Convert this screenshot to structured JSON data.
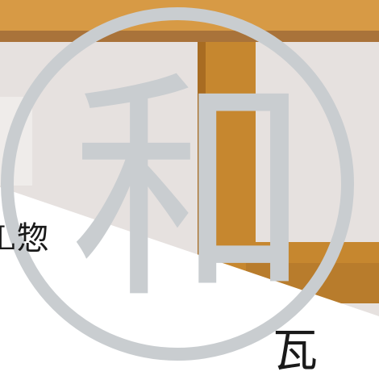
{
  "logo": {
    "glyph": "和",
    "color": "#c9cdd0"
  },
  "caption_left": "L惣",
  "caption_right": "瓦",
  "colors": {
    "wall": "#e6e1df",
    "wall_shadow": "#d8d2d0",
    "wood": "#c6872f",
    "wood_dark": "#a86c22",
    "beam_top": "#d79a45",
    "paper": "#ffffff",
    "text": "#1a1a1a"
  }
}
